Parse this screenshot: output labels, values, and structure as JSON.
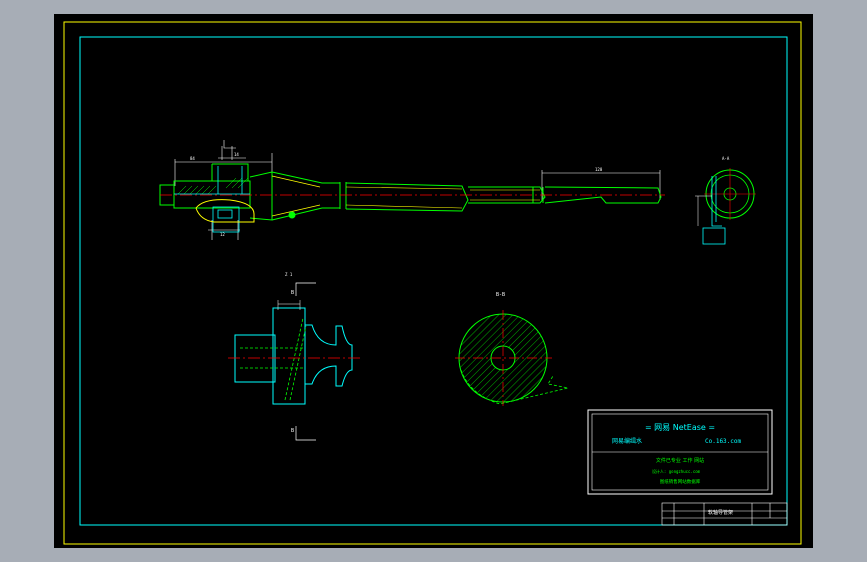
{
  "section_labels": {
    "detail_a": "A-A",
    "view_z": "Z 1",
    "cut_b_top": "B",
    "cut_b_bottom": "B",
    "section_bb": "B-B"
  },
  "title_block": {
    "header": "= 网易 NetEase =",
    "line1_left": "网易编缉水",
    "line1_right": "Co.163.com",
    "line2": "文件已专业 工作 网站",
    "line3": "设计人: gongzhucc.com",
    "line4": "图纸销售网站数据库",
    "drawing_name": "软轴导管架"
  },
  "colors": {
    "background": "#000000",
    "frame_outer": "#ffff00",
    "frame_inner": "#00ffff",
    "outline": "#00ff00",
    "center_line": "#ff0000",
    "dimension": "#ffffff",
    "hidden": "#00ff00"
  }
}
